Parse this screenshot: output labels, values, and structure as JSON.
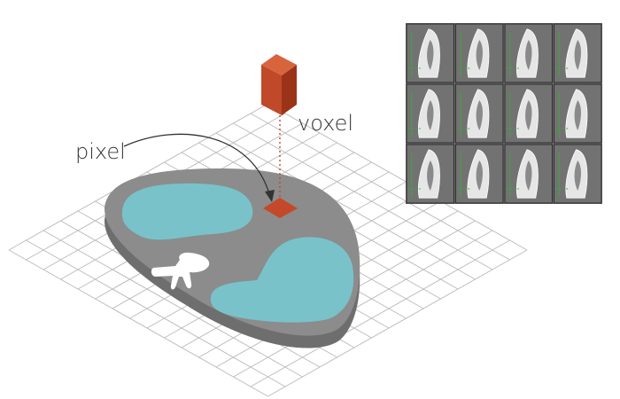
{
  "labels": {
    "pixel": "pixel",
    "voxel": "voxel"
  },
  "colors": {
    "grid_line": "#bdbdbd",
    "slice_top": "#8c8c8c",
    "slice_side": "#6e6e6e",
    "tissue": "#79c2c9",
    "voxel_front": "#c0492a",
    "voxel_side": "#9a3318",
    "voxel_top": "#d8643e",
    "pixel_fill": "#c4492a",
    "ct_background": "#727272",
    "ct_bone": "#e6e6e6",
    "ct_guide": "#3fa63f"
  },
  "ct_panel": {
    "rows": 3,
    "columns": 4
  }
}
